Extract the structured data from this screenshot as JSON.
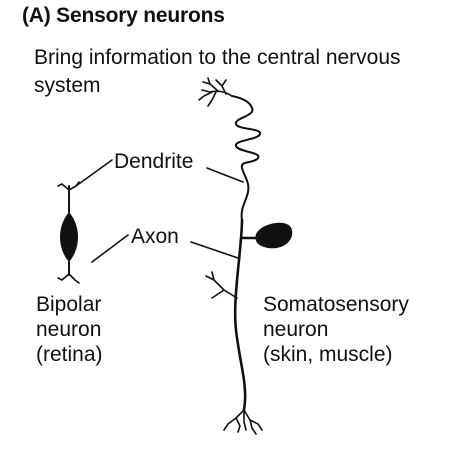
{
  "header": {
    "title": "(A) Sensory neurons",
    "subtitle": "Bring information to the central nervous system"
  },
  "labels": {
    "dendrite": "Dendrite",
    "axon": "Axon",
    "bipolar": [
      "Bipolar",
      "neuron",
      "(retina)"
    ],
    "somatosensory": [
      "Somatosensory",
      "neuron",
      "(skin, muscle)"
    ]
  }
}
